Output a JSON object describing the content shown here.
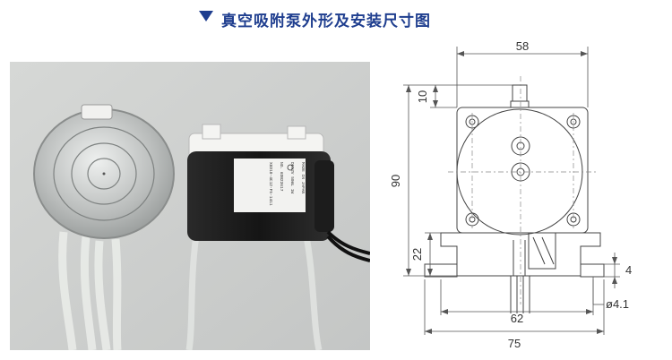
{
  "header": {
    "title": "真空吸附泵外形及安装尺寸图"
  },
  "photo_label": {
    "line1": "MADE IN JAPAN",
    "line2": "DC12V  50mL  1W",
    "line3": "NO. 6DB23617",
    "line4": "XGD10-4C12-F5-1411"
  },
  "drawing": {
    "dim_width_top": "58",
    "dim_nozzle": "10",
    "dim_height": "90",
    "dim_base_height": "22",
    "dim_flange": "4",
    "dim_hole": "ø4.1",
    "dim_hole_spacing": "62",
    "dim_base_width": "75"
  }
}
